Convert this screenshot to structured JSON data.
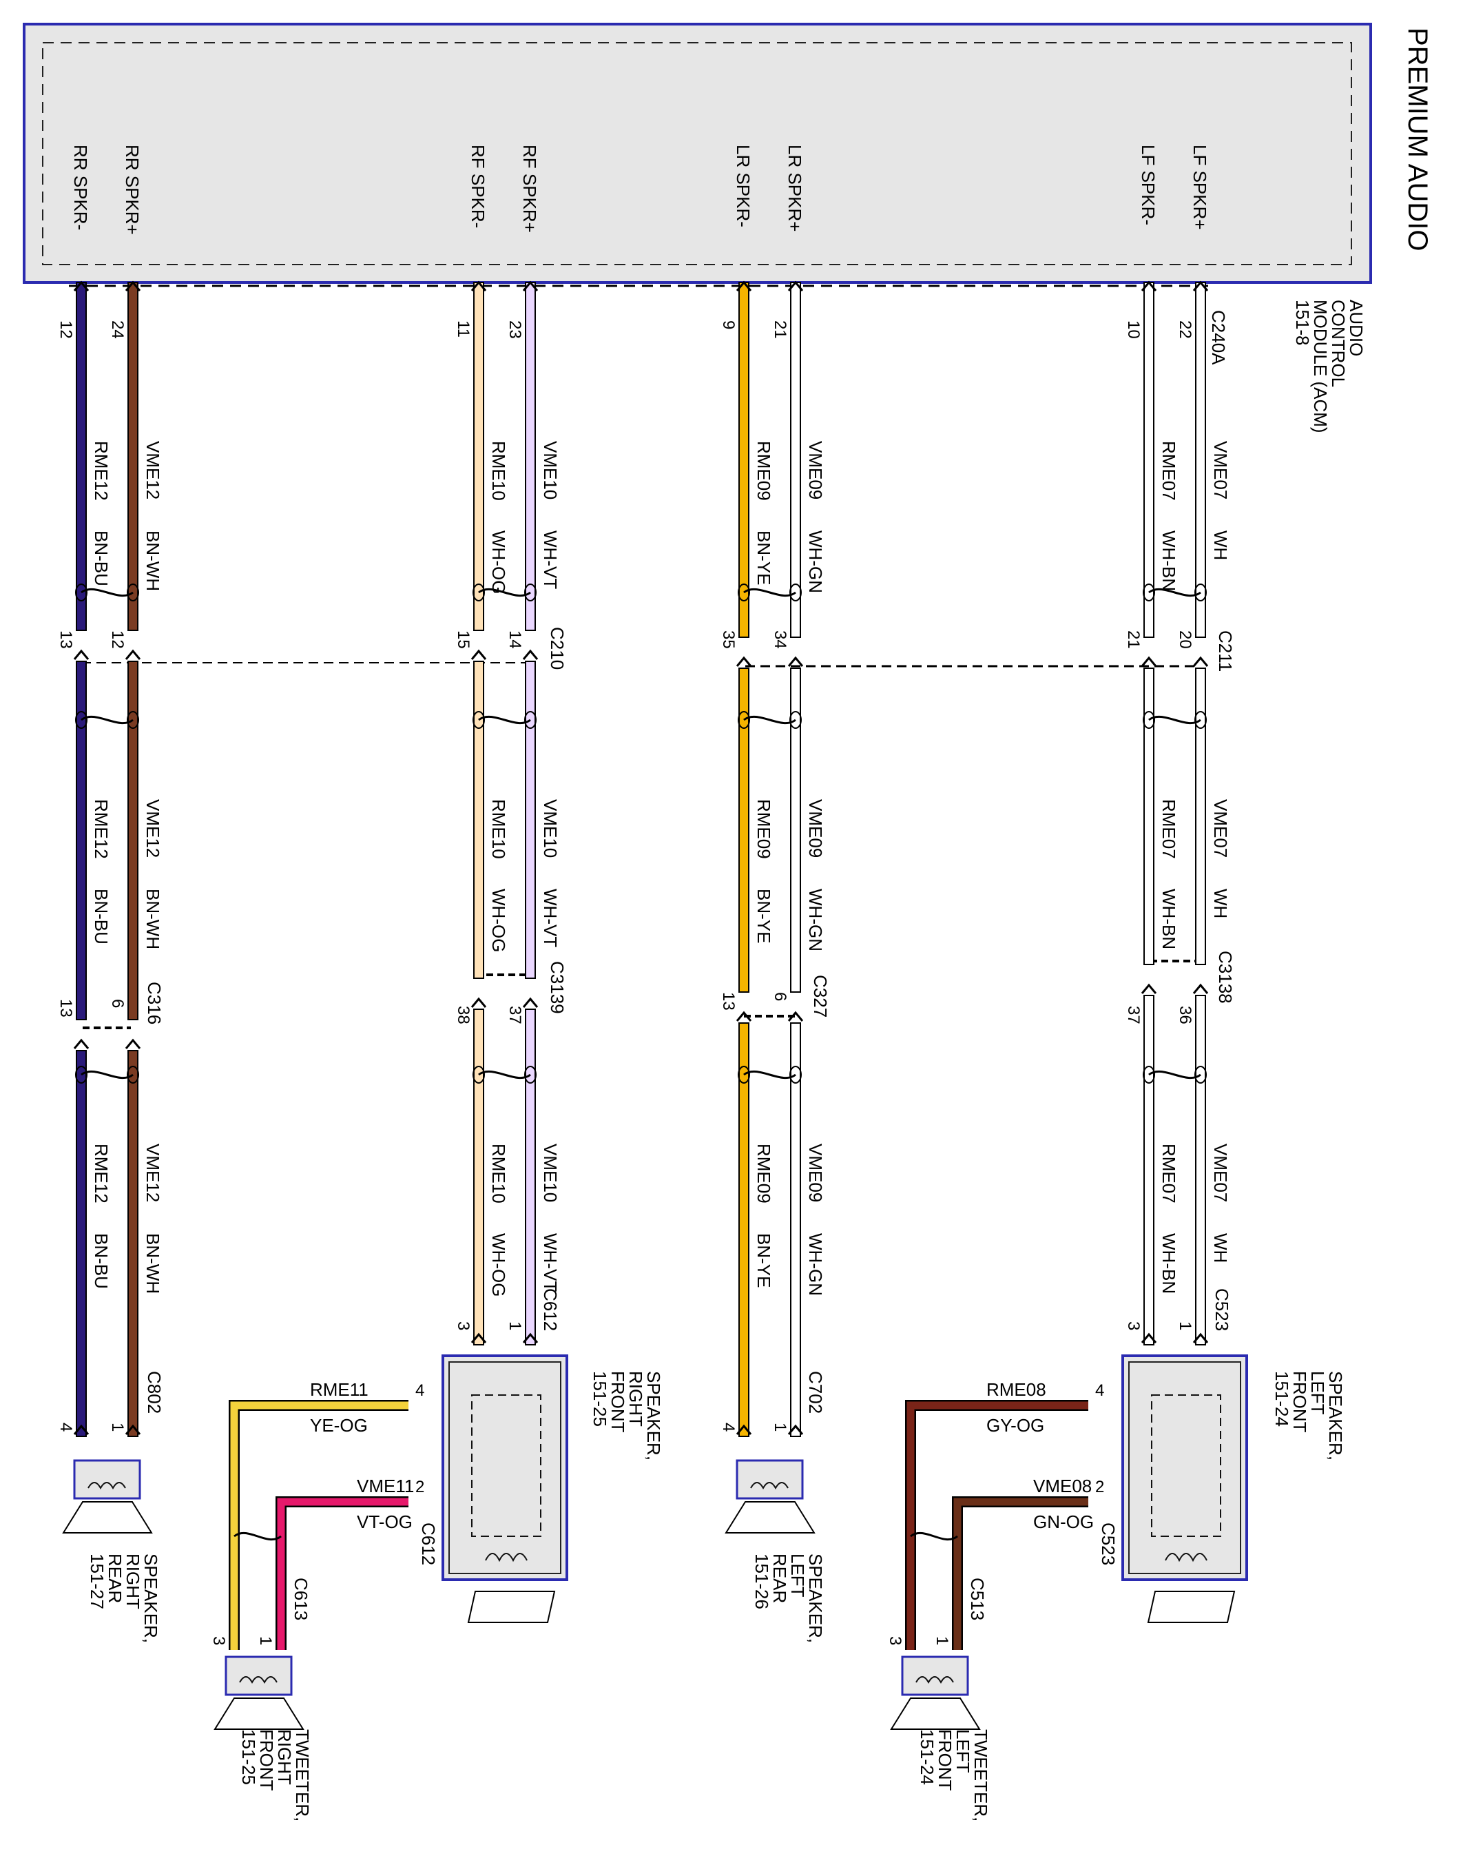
{
  "title": "PREMIUM AUDIO",
  "module": {
    "lines": [
      "AUDIO",
      "CONTROL",
      "MODULE (ACM)",
      "151-8"
    ],
    "connector": "C240A"
  },
  "colors": {
    "WH": "#ffffff",
    "WH-BN": "#ffffff",
    "WH-GN": "#ffffff",
    "BN-YE": "#f5b400",
    "WH-VT": "#ead7ff",
    "WH-OG": "#ffe2b8",
    "BN-WH": "#7a3b22",
    "BN-BU": "#2a1a7a",
    "GY-OG": "#7a2418",
    "GN-OG": "#6a2f18",
    "YE-OG": "#f4d23c",
    "VT-OG": "#e6196b",
    "module_fill": "#e6e6e6",
    "module_border": "#2b2bb0"
  },
  "channels": [
    {
      "id": "rr",
      "wires": [
        {
          "term": "RR SPKR-",
          "circuit": "RME12",
          "color": "BN-BU",
          "pins": [
            "12",
            "13",
            "13",
            "4"
          ]
        },
        {
          "term": "RR SPKR+",
          "circuit": "VME12",
          "color": "BN-WH",
          "pins": [
            "24",
            "12",
            "6",
            "1"
          ]
        }
      ],
      "connectors": [
        "C316",
        "C802"
      ]
    },
    {
      "id": "rf",
      "wires": [
        {
          "term": "RF SPKR-",
          "circuit": "RME10",
          "color": "WH-OG",
          "pins": [
            "11",
            "15",
            "38",
            "3"
          ]
        },
        {
          "term": "RF SPKR+",
          "circuit": "VME10",
          "color": "WH-VT",
          "pins": [
            "23",
            "14",
            "37",
            "1"
          ]
        }
      ],
      "connectors": [
        "C210",
        "C3139",
        "C612"
      ]
    },
    {
      "id": "lr",
      "wires": [
        {
          "term": "LR SPKR-",
          "circuit": "RME09",
          "color": "BN-YE",
          "pins": [
            "9",
            "35",
            "13",
            "4"
          ]
        },
        {
          "term": "LR SPKR+",
          "circuit": "VME09",
          "color": "WH-GN",
          "pins": [
            "21",
            "34",
            "6",
            "1"
          ]
        }
      ],
      "connectors": [
        "C327",
        "C702"
      ]
    },
    {
      "id": "lf",
      "wires": [
        {
          "term": "LF SPKR-",
          "circuit": "RME07",
          "color": "WH-BN",
          "pins": [
            "10",
            "21",
            "37",
            "3"
          ]
        },
        {
          "term": "LF SPKR+",
          "circuit": "VME07",
          "color": "WH",
          "pins": [
            "22",
            "20",
            "36",
            "1"
          ]
        }
      ],
      "connectors": [
        "C211",
        "C3138",
        "C523"
      ]
    }
  ],
  "speakers": {
    "rr": {
      "lines": [
        "SPEAKER,",
        "RIGHT",
        "REAR",
        "151-27"
      ]
    },
    "rf": {
      "lines": [
        "SPEAKER,",
        "RIGHT",
        "FRONT",
        "151-25"
      ]
    },
    "lr": {
      "lines": [
        "SPEAKER,",
        "LEFT",
        "REAR",
        "151-26"
      ]
    },
    "lf": {
      "lines": [
        "SPEAKER,",
        "LEFT",
        "FRONT",
        "151-24"
      ]
    },
    "trf": {
      "lines": [
        "TWEETER,",
        "RIGHT",
        "FRONT",
        "151-25"
      ]
    },
    "tlf": {
      "lines": [
        "TWEETER,",
        "LEFT",
        "FRONT",
        "151-24"
      ]
    }
  },
  "tweeter_feeds": {
    "rf": {
      "upper": {
        "circuit": "RME11",
        "color": "YE-OG",
        "pin": "4",
        "tweeter_pin": "3"
      },
      "lower": {
        "circuit": "VME11",
        "color": "VT-OG",
        "pin": "2",
        "tweeter_pin": "1"
      },
      "speaker_connector": "C612",
      "tweeter_connector": "C613"
    },
    "lf": {
      "upper": {
        "circuit": "RME08",
        "color": "GY-OG",
        "pin": "4",
        "tweeter_pin": "3"
      },
      "lower": {
        "circuit": "VME08",
        "color": "GN-OG",
        "pin": "2",
        "tweeter_pin": "1"
      },
      "speaker_connector": "C523",
      "tweeter_connector": "C513"
    }
  }
}
